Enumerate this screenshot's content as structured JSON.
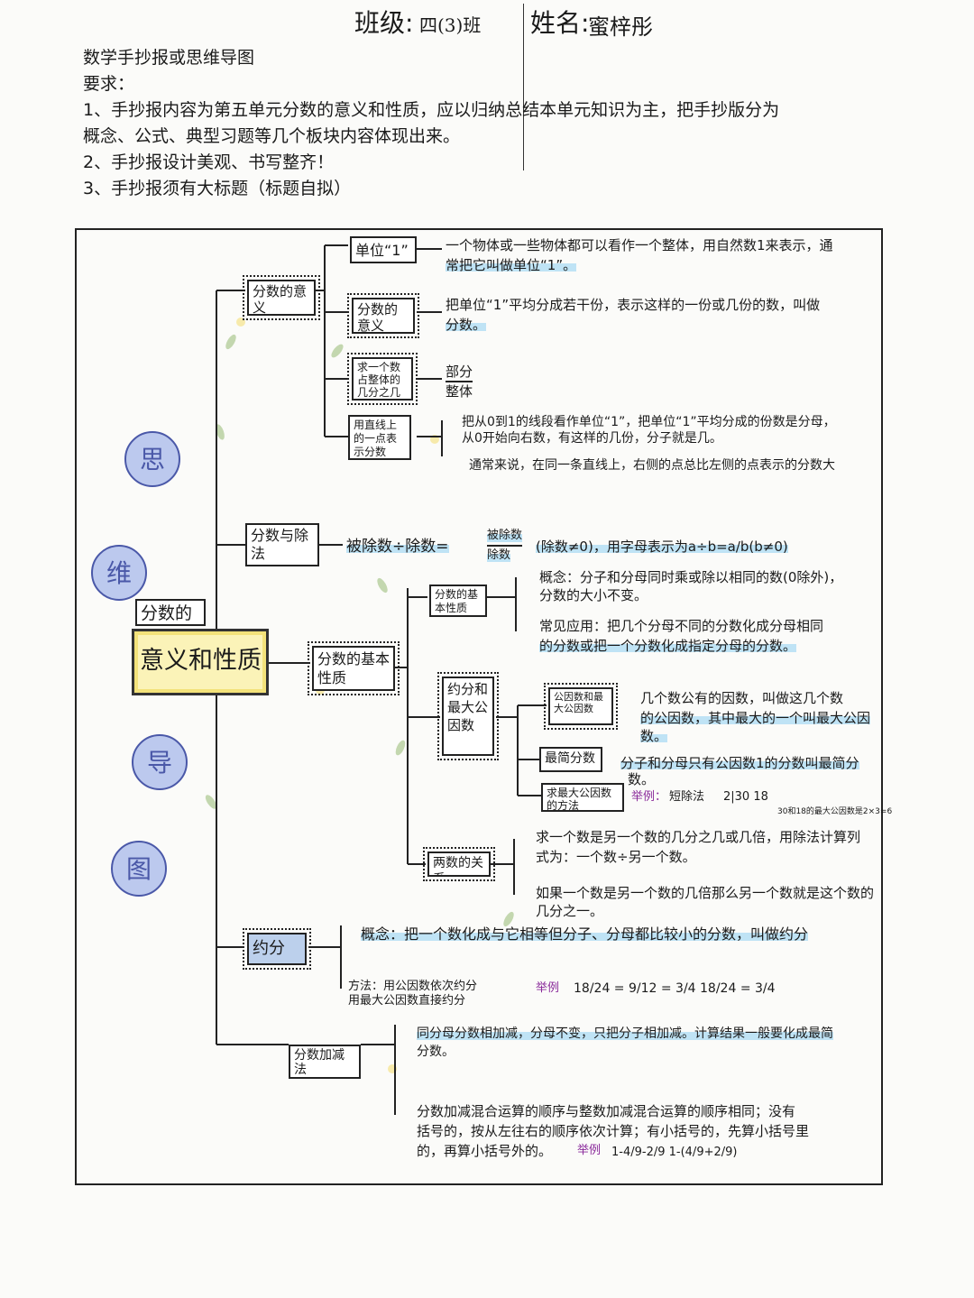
{
  "header": {
    "class_label": "班级:",
    "class_value": "四(3)班",
    "name_label": "姓名:",
    "name_value": "蜜梓彤"
  },
  "requirements": {
    "title": "数学手抄报或思维导图",
    "label": "要求：",
    "item1_line1": "1、手抄报内容为第五单元分数的意义和性质，应以归纳总结本单元知识为主，把手抄版分为",
    "item1_line2": "概念、公式、典型习题等几个板块内容体现出来。",
    "item2": "2、手抄报设计美观、书写整齐！",
    "item3": "3、手抄报须有大标题（标题自拟）"
  },
  "side_circles": [
    "思",
    "维",
    "导",
    "图"
  ],
  "center": {
    "small": "分数的",
    "big": "意义和性质"
  },
  "branches": {
    "meaning": {
      "label": "分数的意义",
      "unit_one": {
        "label": "单位“1”",
        "text1": "一个物体或一些物体都可以看作一个整体，用自然数1来表示，通",
        "text2": "常把它叫做单位“1”。"
      },
      "fraction_meaning": {
        "label": "分数的意义",
        "text1": "把单位“1”平均分成若干份，表示这样的一份或几份的数，叫做",
        "text2": "分数。"
      },
      "part_whole": {
        "label": "求一个数占整体的几分之几",
        "text1": "部分",
        "text2": "整体"
      },
      "number_line": {
        "label": "用直线上的一点表示分数",
        "text1": "把从0到1的线段看作单位“1”，把单位“1”平均分成的份数是分母，",
        "text2": "从0开始向右数，有这样的几份，分子就是几。",
        "text3": "通常来说，在同一条直线上，右侧的点总比左侧的点表示的分数大"
      }
    },
    "division": {
      "label": "分数与除法",
      "text_a": "被除数÷除数=",
      "numerator": "被除数",
      "denominator": "除数",
      "text_b": "(除数≠0)，用字母表示为a÷b=a/b(b≠0)"
    },
    "property": {
      "label": "分数的基本性质",
      "basic": {
        "label": "分数的基本性质",
        "concept1": "概念：分子和分母同时乘或除以相同的数(0除外)，",
        "concept2": "分数的大小不变。",
        "app1": "常见应用：把几个分母不同的分数化成分母相同",
        "app2": "的分数或把一个分数化成指定分母的分数。"
      },
      "gcf": {
        "label": "约分和最大公因数",
        "common": {
          "label": "公因数和最大公因数",
          "text1": "几个数公有的因数，叫做这几个数",
          "text2": "的公因数，其中最大的一个叫最大公因",
          "text3": "数。"
        },
        "simplest": {
          "label": "最简分数",
          "text1": "分子和分母只有公因数1的分数叫最简分",
          "text2": "数。"
        },
        "find": {
          "label": "求最大公因数的方法",
          "example_tag": "举例：",
          "method": "短除法",
          "calc": "2|30 18",
          "note": "30和18的最大公因数是2×3=6"
        }
      },
      "two_numbers": {
        "label": "两数的关系",
        "text1": "求一个数是另一个数的几分之几或几倍，用除法计算列",
        "text2": "式为：一个数÷另一个数。",
        "text3": "如果一个数是另一个数的几倍那么另一个数就是这个数的",
        "text4": "几分之一。"
      }
    },
    "reduce": {
      "label": "约分",
      "concept": "概念：把一个数化成与它相等但分子、分母都比较小的分数，叫做约分",
      "method1": "方法：用公因数依次约分",
      "method2": "用最大公因数直接约分",
      "example_tag": "举例",
      "example": "18/24 = 9/12 = 3/4   18/24 = 3/4"
    },
    "addsub": {
      "label": "分数加减法",
      "text1": "同分母分数相加减，分母不变，只把分子相加减。计算结果一般要化成最简",
      "text2": "分数。",
      "text3": "分数加减混合运算的顺序与整数加减混合运算的顺序相同；没有",
      "text4": "括号的，按从左往右的顺序依次计算；有小括号的，先算小括号里",
      "text5": "的，再算小括号外的。",
      "example_tag": "举例",
      "example": "1-4/9-2/9   1-(4/9+2/9)"
    }
  }
}
